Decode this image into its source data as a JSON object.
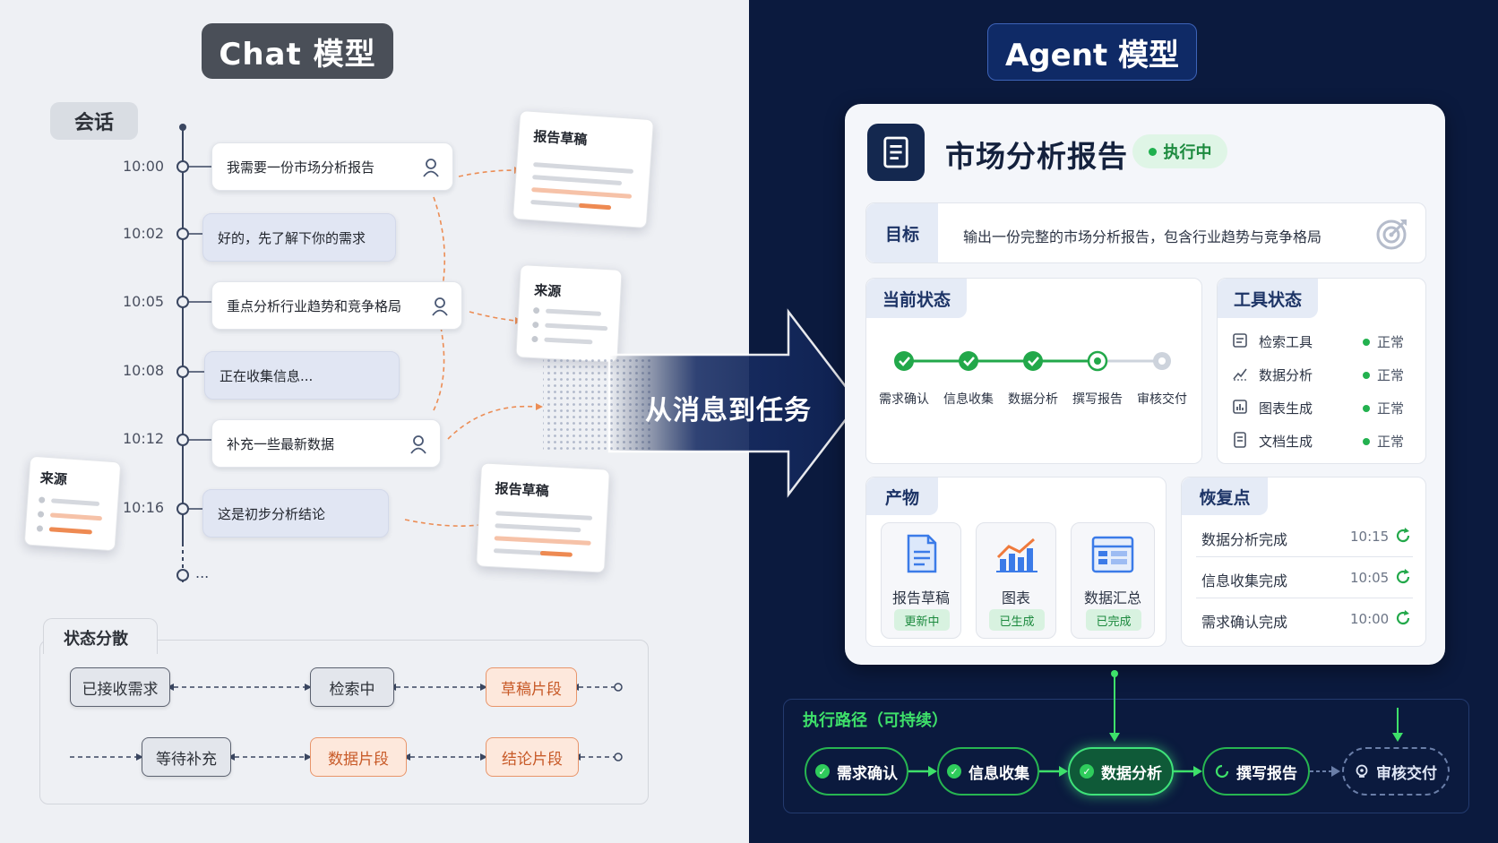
{
  "left": {
    "title": "Chat 模型",
    "session_label": "会话",
    "messages": [
      {
        "time": "10:00",
        "text": "我需要一份市场分析报告",
        "role": "user"
      },
      {
        "time": "10:02",
        "text": "好的，先了解下你的需求",
        "role": "bot"
      },
      {
        "time": "10:05",
        "text": "重点分析行业趋势和竞争格局",
        "role": "user"
      },
      {
        "time": "10:08",
        "text": "正在收集信息...",
        "role": "bot"
      },
      {
        "time": "10:12",
        "text": "补充一些最新数据",
        "role": "user"
      },
      {
        "time": "10:16",
        "text": "这是初步分析结论",
        "role": "bot"
      }
    ],
    "ellipsis": "...",
    "cards": {
      "draft_1": "报告草稿",
      "source_1": "来源",
      "draft_2": "报告草稿",
      "source_2": "来源"
    },
    "state_label": "状态分散",
    "states_row1": [
      "已接收需求",
      "检索中",
      "草稿片段"
    ],
    "states_row2": [
      "等待补充",
      "数据片段",
      "结论片段"
    ]
  },
  "banner": "从消息到任务",
  "right": {
    "title": "Agent 模型",
    "task_title": "市场分析报告",
    "task_status": "执行中",
    "goal_label": "目标",
    "goal_text": "输出一份完整的市场分析报告，包含行业趋势与竞争格局",
    "current_state_label": "当前状态",
    "steps": [
      "需求确认",
      "信息收集",
      "数据分析",
      "撰写报告",
      "审核交付"
    ],
    "tools_label": "工具状态",
    "tools": [
      {
        "name": "检索工具",
        "status": "正常"
      },
      {
        "name": "数据分析",
        "status": "正常"
      },
      {
        "name": "图表生成",
        "status": "正常"
      },
      {
        "name": "文档生成",
        "status": "正常"
      }
    ],
    "artifacts_label": "产物",
    "artifacts": [
      {
        "name": "报告草稿",
        "badge": "更新中"
      },
      {
        "name": "图表",
        "badge": "已生成"
      },
      {
        "name": "数据汇总",
        "badge": "已完成"
      }
    ],
    "recovery_label": "恢复点",
    "recovery": [
      {
        "name": "数据分析完成",
        "time": "10:15"
      },
      {
        "name": "信息收集完成",
        "time": "10:05"
      },
      {
        "name": "需求确认完成",
        "time": "10:00"
      }
    ],
    "path_label": "执行路径（可持续）",
    "path": [
      "需求确认",
      "信息收集",
      "数据分析",
      "撰写报告",
      "审核交付"
    ]
  },
  "colors": {
    "accent_green": "#3ee06a",
    "accent_orange": "#e8956a",
    "navy": "#0b1a3e"
  }
}
